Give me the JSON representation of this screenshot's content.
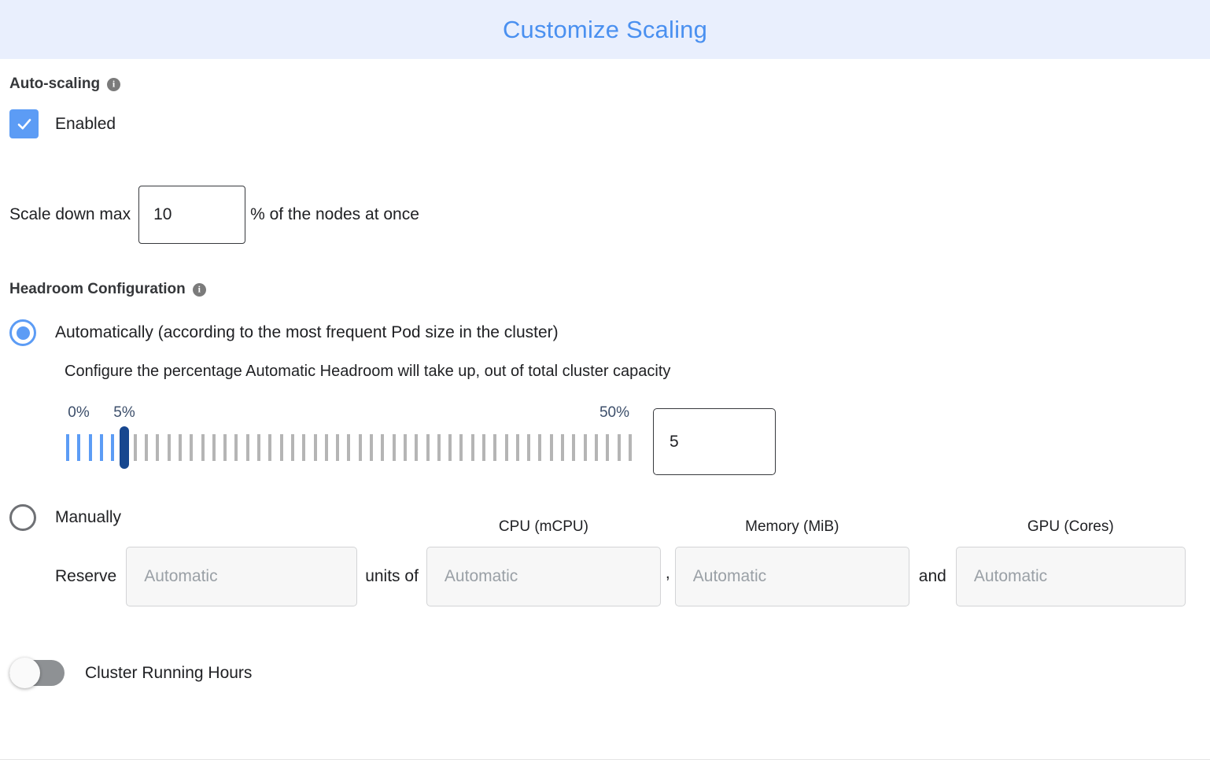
{
  "header": {
    "title": "Customize Scaling",
    "accent_color": "#4a90f0",
    "background_color": "#e9effd"
  },
  "autoscaling": {
    "section_label": "Auto-scaling",
    "info_glyph": "i",
    "enabled_label": "Enabled",
    "enabled_checked": true,
    "checkbox_color": "#5c9cf5",
    "scale_down": {
      "prefix_label": "Scale down max",
      "value": "10",
      "suffix_label": "% of the nodes at once"
    }
  },
  "headroom": {
    "section_label": "Headroom Configuration",
    "info_glyph": "i",
    "options": [
      {
        "label": "Automatically (according to the most frequent Pod size in the cluster)",
        "selected": true,
        "description": "Configure the percentage Automatic Headroom will take up, out of total cluster capacity"
      },
      {
        "label": "Manually",
        "selected": false
      }
    ],
    "slider": {
      "min_label": "0%",
      "max_label": "50%",
      "current_label": "5%",
      "min": 0,
      "max": 50,
      "value": 5,
      "tick_count": 51,
      "value_input": "5",
      "filled_color": "#5c9cf5",
      "track_color": "#b5b5b5",
      "thumb_color": "#17478f"
    },
    "reserve": {
      "prefix_label": "Reserve",
      "units_label": "units of",
      "comma_label": ",",
      "and_label": "and",
      "units_field": {
        "placeholder": "Automatic",
        "value": ""
      },
      "cpu": {
        "caption": "CPU (mCPU)",
        "placeholder": "Automatic",
        "value": ""
      },
      "memory": {
        "caption": "Memory (MiB)",
        "placeholder": "Automatic",
        "value": ""
      },
      "gpu": {
        "caption": "GPU (Cores)",
        "placeholder": "Automatic",
        "value": ""
      }
    }
  },
  "cluster_running_hours": {
    "label": "Cluster Running Hours",
    "enabled": false
  }
}
